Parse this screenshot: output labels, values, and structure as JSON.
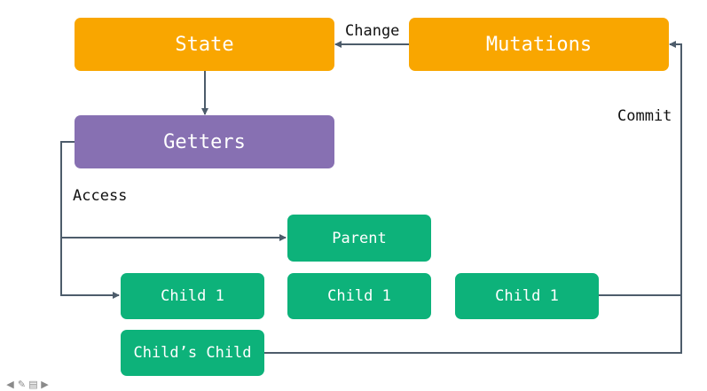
{
  "nodes": {
    "state": "State",
    "mutations": "Mutations",
    "getters": "Getters",
    "parent": "Parent",
    "child_left": "Child 1",
    "child_mid": "Child 1",
    "child_right": "Child 1",
    "childs_child": "Child’s Child"
  },
  "edge_labels": {
    "change": "Change",
    "commit": "Commit",
    "access": "Access"
  },
  "colors": {
    "orange": "#f9a600",
    "purple": "#8770b2",
    "green": "#0db27a",
    "edge": "#4d5c6b"
  },
  "icons": [
    "arrow-left-icon",
    "pencil-icon",
    "slide-menu-icon",
    "arrow-right-icon"
  ]
}
